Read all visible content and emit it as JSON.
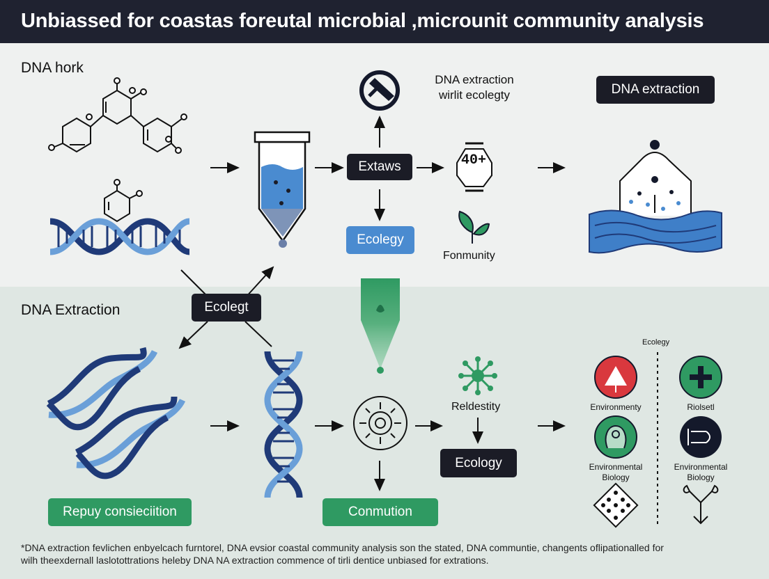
{
  "title": "Unbiassed for coastas foreutal microbial ,microunit community analysis",
  "sections": {
    "top_title": "DNA hork",
    "bottom_title": "DNA Extraction"
  },
  "labels": {
    "extraction_text_line1": "DNA extraction",
    "extraction_text_line2": "wirlit ecolegty",
    "dna_extraction_box": "DNA extraction",
    "extaws_box": "Extaws",
    "ecolegy_box": "Ecolegy",
    "counter_box": "40+",
    "fonmunity": "Fonmunity",
    "ecolegt_box": "Ecolegt",
    "reldestity": "Reldestity",
    "ecology_box": "Ecology",
    "repuy_box": "Repuy consieciition",
    "conmution_box": "Conmution",
    "legend_header": "Ecolegy",
    "env_1": "Environmenty",
    "riolsetl": "Riolsetl",
    "env_bio_left_1": "Environmental",
    "env_bio_left_2": "Biology",
    "env_bio_right_1": "Environmental",
    "env_bio_right_2": "Biology"
  },
  "caption_line1": "*DNA extraction fevlichen enbyelcach furntorel, DNA evsior coastal community analysis son the stated, DNA communtie, changents oflipationalled for",
  "caption_line2": "wilh theexdernall laslotottrations heleby DNA NA extraction commence of tirli dentice unbiased for extrations.",
  "colors": {
    "header_bg": "#1f2230",
    "dark_pill": "#1b1c26",
    "blue_pill": "#4a8bd0",
    "green_pill": "#2f9a62",
    "dna_dark": "#1f3a78",
    "dna_light": "#6a9fd8",
    "water": "#3f7fc8",
    "red_icon": "#d9383e",
    "green_icon": "#2f9a62",
    "navy_icon": "#14192b"
  },
  "icons": [
    "molecule-icon",
    "dna-helix-icon",
    "test-tube-icon",
    "no-entry-icon",
    "counter-hexagon-icon",
    "leaf-sprout-icon",
    "dome-water-icon",
    "green-tube-icon",
    "network-node-icon",
    "ring-target-icon",
    "warning-triangle-icon",
    "plus-icon",
    "microbe-icon",
    "switch-icon",
    "dots-diamond-icon",
    "branch-arrow-icon"
  ]
}
